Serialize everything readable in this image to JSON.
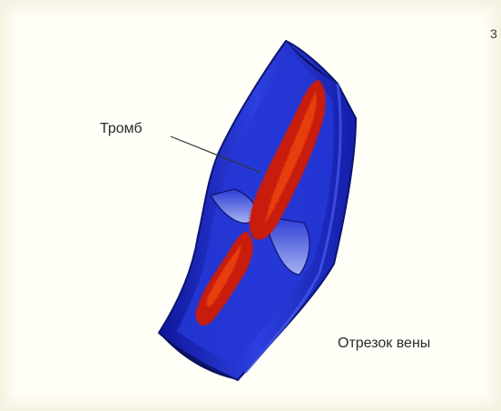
{
  "slide": {
    "number": "3"
  },
  "labels": {
    "thrombus": "Тромб",
    "vein_segment": "Отрезок вены"
  },
  "illustration": {
    "subject": "vein segment with thrombus",
    "colors": {
      "vein_outer": "#1a23b8",
      "vein_inner": "#2c3fe0",
      "vein_wall_dark": "#0d1470",
      "valve_leaflet": "#7f8fe6",
      "thrombus_dark": "#b40f05",
      "thrombus_bright": "#f0460f",
      "leader_line": "#333333"
    }
  }
}
